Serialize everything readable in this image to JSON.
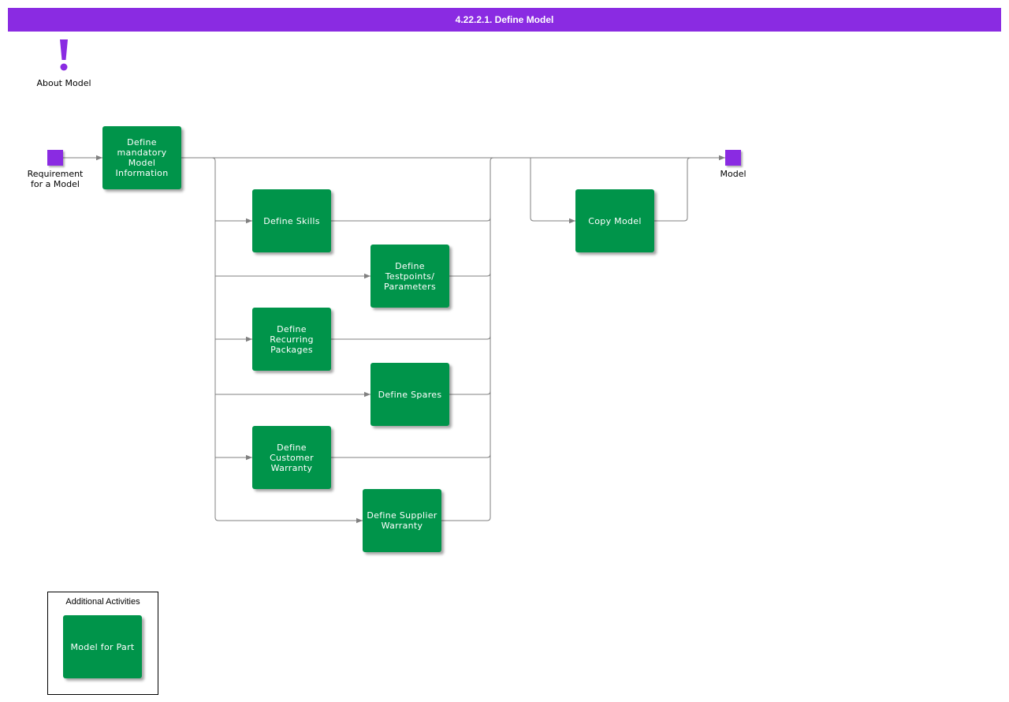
{
  "title": "4.22.2.1. Define Model",
  "colors": {
    "header": "#8a2be2",
    "activity": "#00944a",
    "event": "#8a2be2",
    "connector": "#808080"
  },
  "about": {
    "icon": "exclamation-icon",
    "label": "About Model"
  },
  "events": {
    "start": "Requirement\nfor a Model",
    "end": "Model"
  },
  "activities": {
    "define_mandatory": "Define mandatory Model Information",
    "define_skills": "Define Skills",
    "define_testpoints": "Define Testpoints/ Parameters",
    "define_recurring": "Define Recurring Packages",
    "define_spares": "Define Spares",
    "define_customer_warranty": "Define Customer Warranty",
    "define_supplier_warranty": "Define Supplier Warranty",
    "copy_model": "Copy Model"
  },
  "additional": {
    "title": "Additional Activities",
    "model_for_part": "Model for Part"
  }
}
